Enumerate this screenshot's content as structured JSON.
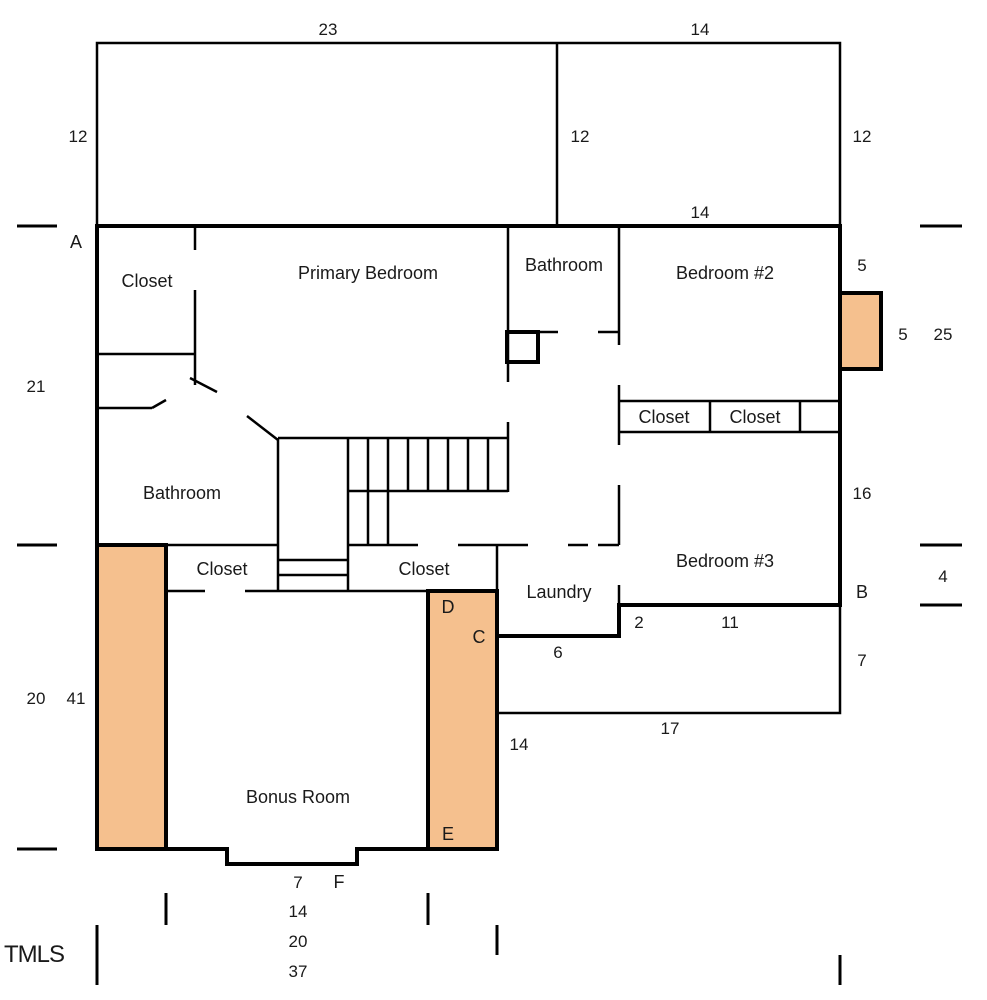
{
  "rooms": {
    "closet_nw": "Closet",
    "primary_bedroom": "Primary Bedroom",
    "bathroom_upper": "Bathroom",
    "bedroom2": "Bedroom #2",
    "closet_b2_left": "Closet",
    "closet_b2_right": "Closet",
    "bathroom_left": "Bathroom",
    "closet_mid_left": "Closet",
    "closet_mid_right": "Closet",
    "laundry": "Laundry",
    "bedroom3": "Bedroom #3",
    "bonus_room": "Bonus Room"
  },
  "points": {
    "a": "A",
    "b": "B",
    "c": "C",
    "d": "D",
    "e": "E",
    "f": "F"
  },
  "dimensions": {
    "top_left_width": "23",
    "top_right_width": "14",
    "left_depth": "12",
    "middle_depth": "12",
    "right_depth": "12",
    "inner_right_width": "14",
    "right_upper": "5",
    "bump_depth": "5",
    "right_total": "25",
    "left_upper": "21",
    "right_mid": "16",
    "right_step": "4",
    "step_2": "2",
    "step_11": "11",
    "step_7_right": "7",
    "step_6": "6",
    "step_17": "17",
    "step_14_right": "14",
    "left_lower_20": "20",
    "left_total_41": "41",
    "bay_7": "7",
    "bottom_14": "14",
    "bottom_20": "20",
    "bottom_37": "37"
  },
  "logo": "TMLS",
  "colors": {
    "highlight": "#f5c08e",
    "lines": "#000000"
  }
}
